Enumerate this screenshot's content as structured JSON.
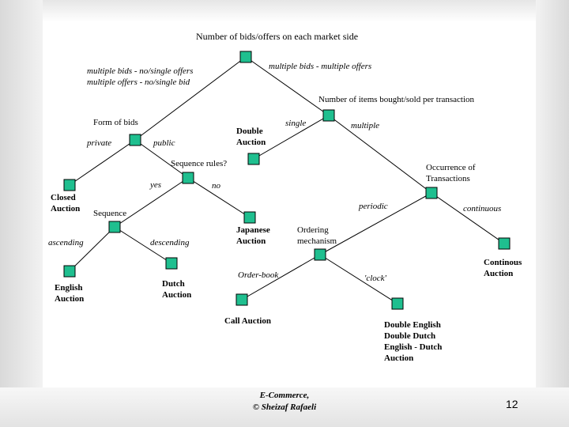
{
  "slide": {
    "footer_line1": "E-Commerce,",
    "footer_line2": "© Sheizaf Rafaeli",
    "page_number": "12"
  },
  "diagram": {
    "node_color": "#1fbf8f",
    "labels": {
      "root_question": "Number of bids/offers on each market side",
      "left_branch": "multiple bids - no/single offers\nmultiple offers - no/single bid",
      "right_branch": "multiple bids - multiple offers",
      "items_question": "Number of items bought/sold per transaction",
      "form_of_bids": "Form of bids",
      "private": "private",
      "public": "public",
      "double_auction": "Double\nAuction",
      "single": "single",
      "multiple": "multiple",
      "sequence_rules": "Sequence rules?",
      "occurrence": "Occurrence of\nTransactions",
      "yes": "yes",
      "no": "no",
      "closed_auction": "Closed\nAuction",
      "sequence": "Sequence",
      "periodic": "periodic",
      "continuous": "continuous",
      "japanese_auction": "Japanese\nAuction",
      "ordering_mechanism": "Ordering\nmechanism",
      "ascending": "ascending",
      "descending": "descending",
      "continous_auction": "Continous\nAuction",
      "order_book": "Order-book",
      "clock": "'clock'",
      "english_auction": "English\nAuction",
      "dutch_auction": "Dutch\nAuction",
      "call_auction": "Call Auction",
      "clock_results": "Double English\nDouble Dutch\nEnglish - Dutch\nAuction"
    }
  }
}
